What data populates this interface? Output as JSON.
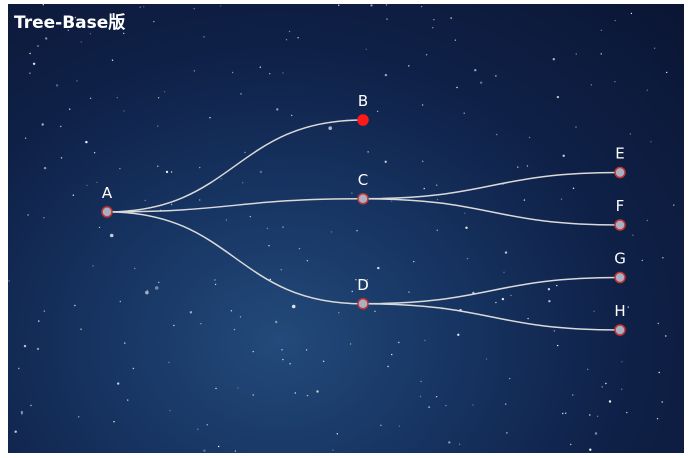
{
  "title": "Tree-Base版",
  "colors": {
    "link": "#d9d9d9",
    "node_fill": "#a9b0c4",
    "node_stroke": "#c23531",
    "highlight": "#ff1a1a",
    "label": "#ffffff"
  },
  "tree": {
    "root": "A",
    "nodes": [
      {
        "id": "A",
        "label": "A",
        "parent": null,
        "depth": 0
      },
      {
        "id": "B",
        "label": "B",
        "parent": "A",
        "depth": 1,
        "highlighted": true
      },
      {
        "id": "C",
        "label": "C",
        "parent": "A",
        "depth": 1
      },
      {
        "id": "D",
        "label": "D",
        "parent": "A",
        "depth": 1
      },
      {
        "id": "E",
        "label": "E",
        "parent": "C",
        "depth": 2
      },
      {
        "id": "F",
        "label": "F",
        "parent": "C",
        "depth": 2
      },
      {
        "id": "G",
        "label": "G",
        "parent": "D",
        "depth": 2
      },
      {
        "id": "H",
        "label": "H",
        "parent": "D",
        "depth": 2
      }
    ]
  }
}
